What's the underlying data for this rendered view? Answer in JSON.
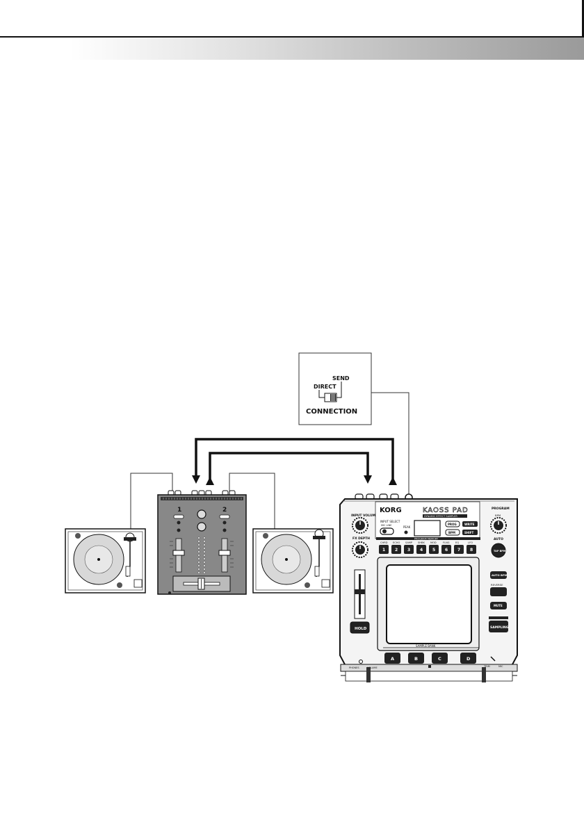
{
  "callout": {
    "direct_label": "DIRECT",
    "send_label": "SEND",
    "connection_label": "CONNECTION"
  },
  "mixer": {
    "channel_1": "1",
    "channel_2": "2"
  },
  "kaoss_pad": {
    "brand": "KORG",
    "model": "KAOSS PAD",
    "subtitle": "DYNAMIC EFFECT SAMPLER",
    "input_volume": "INPUT VOLUME",
    "fx_depth": "FX DEPTH",
    "input_select": "INPUT SELECT",
    "input_select_options": "MIC LINE",
    "peak": "PEAK",
    "prog": "PROG",
    "bpm": "BPM",
    "write": "WRITE",
    "shift": "SHIFT",
    "program_memory": "PROGRAM MEMORY",
    "category_labels": [
      "CHRD",
      "ECHO",
      "SAMP",
      "SHBK",
      "MOD",
      "FLNG",
      "EQ",
      "LFO"
    ],
    "memory_buttons": [
      "1",
      "2",
      "3",
      "4",
      "5",
      "6",
      "7",
      "8"
    ],
    "program_label": "PROGRAM",
    "bpm_label": "BPM",
    "auto_label": "AUTO",
    "tap_label": "TAP BPM",
    "autobpm": "AUTO BPM",
    "reverse": "REVERSE",
    "mute": "MUTE",
    "sampling": "SAMPLING",
    "hold": "HOLD",
    "sample_bank": "SAMPLE BANK",
    "sample_buttons": [
      "A",
      "B",
      "C",
      "D"
    ],
    "phones": "PHONES",
    "volume": "VOLUME",
    "trim": "TRIM",
    "mic": "MIC"
  }
}
